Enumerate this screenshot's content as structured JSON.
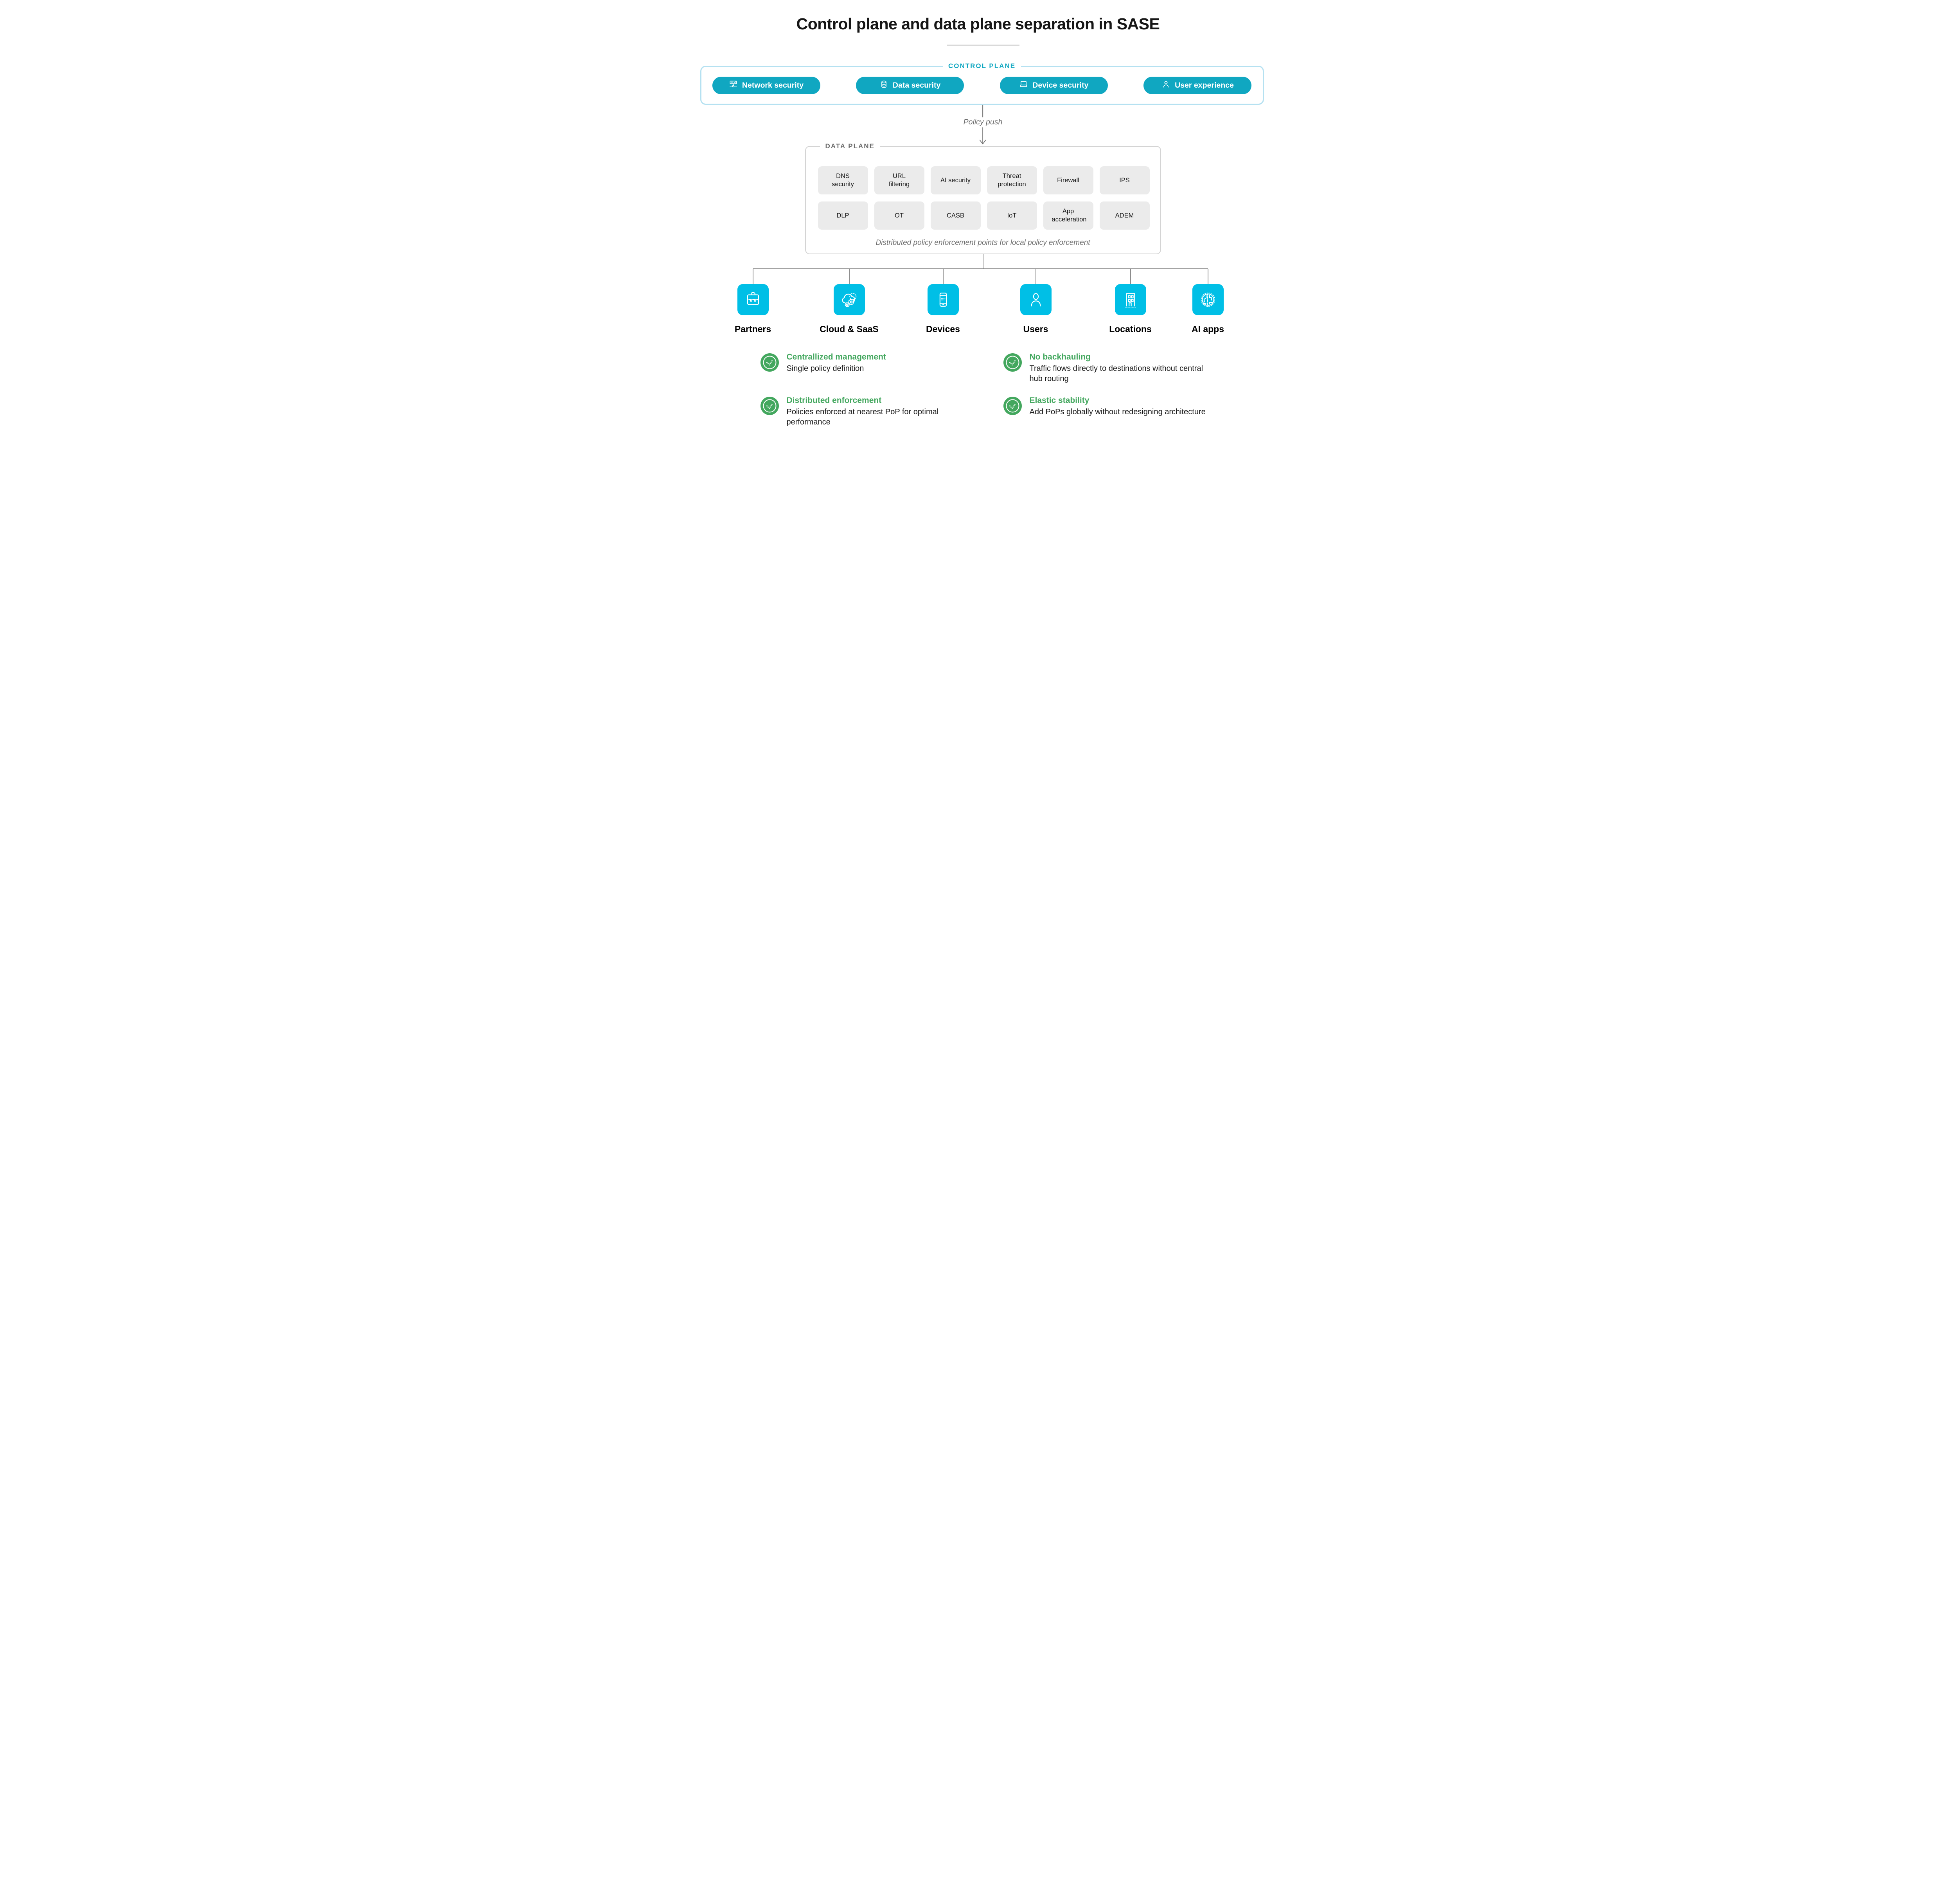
{
  "title": "Control plane and data plane separation in SASE",
  "control_plane": {
    "label": "CONTROL PLANE",
    "pills": [
      {
        "label": "Network security",
        "icon": "network-server-icon"
      },
      {
        "label": "Data security",
        "icon": "database-icon"
      },
      {
        "label": "Device security",
        "icon": "laptop-icon"
      },
      {
        "label": "User experience",
        "icon": "person-icon"
      }
    ]
  },
  "policy_push_label": "Policy push",
  "data_plane": {
    "label": "DATA PLANE",
    "boxes": [
      "DNS security",
      "URL filtering",
      "AI security",
      "Threat protection",
      "Firewall",
      "IPS",
      "DLP",
      "OT",
      "CASB",
      "IoT",
      "App acceleration",
      "ADEM"
    ],
    "caption": "Distributed policy enforcement points for local policy enforcement"
  },
  "endpoints": [
    {
      "label": "Partners",
      "icon": "briefcase-icon"
    },
    {
      "label": "Cloud & SaaS",
      "icon": "cloud-gears-icon"
    },
    {
      "label": "Devices",
      "icon": "smartphone-icon"
    },
    {
      "label": "Users",
      "icon": "user-icon"
    },
    {
      "label": "Locations",
      "icon": "building-icon"
    },
    {
      "label": "AI apps",
      "icon": "ai-brain-icon"
    }
  ],
  "benefits": [
    {
      "heading": "Centrallized management",
      "body": "Single policy definition"
    },
    {
      "heading": "No backhauling",
      "body": "Traffic flows directly to destinations without central hub routing"
    },
    {
      "heading": "Distributed enforcement",
      "body": "Policies enforced at nearest PoP for optimal performance"
    },
    {
      "heading": "Elastic stability",
      "body": "Add PoPs globally without redesigning architecture"
    }
  ],
  "colors": {
    "teal": "#10a7c1",
    "cyan": "#00bfe6",
    "green": "#43a75e",
    "box-gray": "#ebebeb",
    "line-gray": "#6f6f6f",
    "border-blue": "#b5e1f1",
    "border-gray": "#d4d4d4",
    "ink": "#161616",
    "muted": "#6d6d6d",
    "divider": "#d9d9d9"
  }
}
